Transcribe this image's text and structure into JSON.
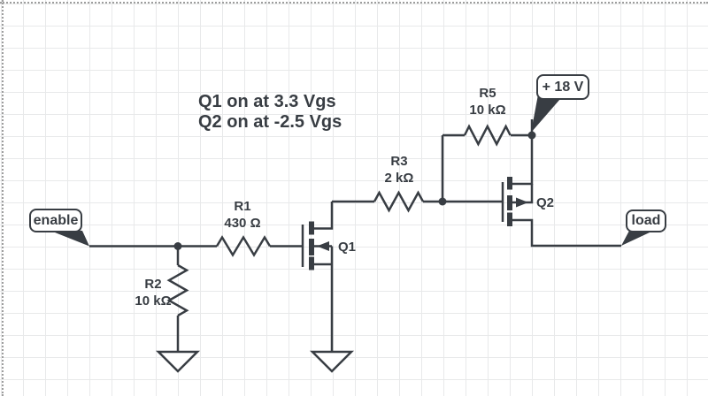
{
  "annotation": {
    "line1": "Q1 on at 3.3 Vgs",
    "line2": "Q2 on at -2.5 Vgs"
  },
  "flags": {
    "enable": "enable",
    "supply": "+ 18 V",
    "load": "load"
  },
  "components": {
    "r1": {
      "name": "R1",
      "value": "430 Ω"
    },
    "r2": {
      "name": "R2",
      "value": "10 kΩ"
    },
    "r3": {
      "name": "R3",
      "value": "2 kΩ"
    },
    "r5": {
      "name": "R5",
      "value": "10 kΩ"
    },
    "q1": {
      "name": "Q1"
    },
    "q2": {
      "name": "Q2"
    }
  },
  "colors": {
    "stroke": "#383d43",
    "grid": "#e8e9ea",
    "page_border": "#9d9d9d",
    "background": "#ffffff"
  }
}
